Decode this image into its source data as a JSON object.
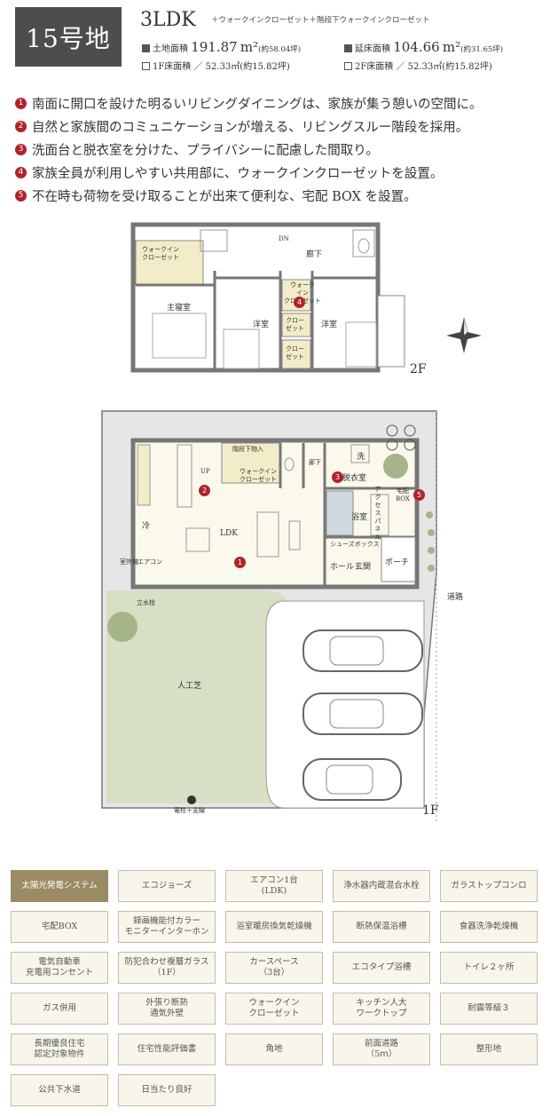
{
  "header": {
    "lot_number": "15号地",
    "plan_type": "3LDK",
    "plan_extra": "＋ウォークインクローゼット＋階段下ウォークインクローゼット",
    "land_area": {
      "label": "土地面積",
      "value": "191.87",
      "unit": "m²",
      "tsubo": "(約58.04坪)"
    },
    "floor_total": {
      "label": "延床面積",
      "value": "104.66",
      "unit": "m²",
      "tsubo": "(約31.65坪)"
    },
    "floor_1f": {
      "label": "1F床面積",
      "value": "／ 52.33㎡(約15.82坪)"
    },
    "floor_2f": {
      "label": "2F床面積",
      "value": "／ 52.33㎡(約15.82坪)"
    }
  },
  "features": [
    {
      "num": "1",
      "text": "南面に開口を設けた明るいリビングダイニングは、家族が集う憩いの空間に。"
    },
    {
      "num": "2",
      "text": "自然と家族間のコミュニケーションが増える、リビングスルー階段を採用。"
    },
    {
      "num": "3",
      "text": "洗面台と脱衣室を分けた、プライバシーに配慮した間取り。"
    },
    {
      "num": "4",
      "text": "家族全員が利用しやすい共用部に、ウォークインクローゼットを設置。"
    },
    {
      "num": "5",
      "text": "不在時も荷物を受け取ることが出来て便利な、宅配 BOX を設置。"
    }
  ],
  "floorplan": {
    "floor2_label": "2F",
    "floor1_label": "1F",
    "rooms2f": {
      "walkin": "ウォークイン\nクローゼット",
      "master": "主寝室",
      "western1": "洋室",
      "western2": "洋室",
      "hall": "廊下",
      "dn": "DN",
      "closet1": "クロー\nゼット",
      "closet2": "クロー\nゼット",
      "wic_small": "ウォーク\nイン\nクローゼット"
    },
    "rooms1f": {
      "ldk": "LDK",
      "stair_storage": "階段下物入",
      "stair_wic": "ウォークイン\nクローゼット",
      "up": "UP",
      "hall": "廊下",
      "wash": "洗",
      "dressing": "脱衣室",
      "bath": "浴室",
      "shoes": "シューズボックス",
      "entrance_hall": "ホール",
      "genkan": "玄関",
      "porch": "ポーチ",
      "delivery": "宅配\nBOX",
      "fridge": "冷",
      "aircon": "エアコン",
      "outdoor": "室外機",
      "faucet": "立水栓",
      "turf": "人工芝",
      "road": "道路",
      "pole": "電柱＋支線",
      "access_panel": "アクセスパネル"
    }
  },
  "equipment": [
    {
      "label": "太陽光発電システム",
      "active": true
    },
    {
      "label": "エコジョーズ",
      "active": false
    },
    {
      "label": "エアコン1台\n(LDK)",
      "active": false
    },
    {
      "label": "浄水器内蔵混合水栓",
      "active": false
    },
    {
      "label": "ガラストップコンロ",
      "active": false
    },
    {
      "label": "宅配BOX",
      "active": false
    },
    {
      "label": "録画機能付カラー\nモニターインターホン",
      "active": false
    },
    {
      "label": "浴室暖房換気乾燥機",
      "active": false
    },
    {
      "label": "断熱保温浴槽",
      "active": false
    },
    {
      "label": "食器洗浄乾燥機",
      "active": false
    },
    {
      "label": "電気自動車\n充電用コンセント",
      "active": false
    },
    {
      "label": "防犯合わせ複層ガラス\n（1F）",
      "active": false
    },
    {
      "label": "カースペース\n（3台）",
      "active": false
    },
    {
      "label": "エコタイプ浴槽",
      "active": false
    },
    {
      "label": "トイレ２ヶ所",
      "active": false
    },
    {
      "label": "ガス併用",
      "active": false
    },
    {
      "label": "外張り断熱\n通気外壁",
      "active": false
    },
    {
      "label": "ウォークイン\nクローゼット",
      "active": false
    },
    {
      "label": "キッチン人大\nワークトップ",
      "active": false
    },
    {
      "label": "耐震等級３",
      "active": false
    },
    {
      "label": "長期優良住宅\n認定対象物件",
      "active": false
    },
    {
      "label": "住宅性能評価書",
      "active": false
    },
    {
      "label": "角地",
      "active": false
    },
    {
      "label": "前面道路\n（5ｍ）",
      "active": false
    },
    {
      "label": "整形地",
      "active": false
    },
    {
      "label": "公共下水道",
      "active": false
    },
    {
      "label": "日当たり良好",
      "active": false
    }
  ]
}
